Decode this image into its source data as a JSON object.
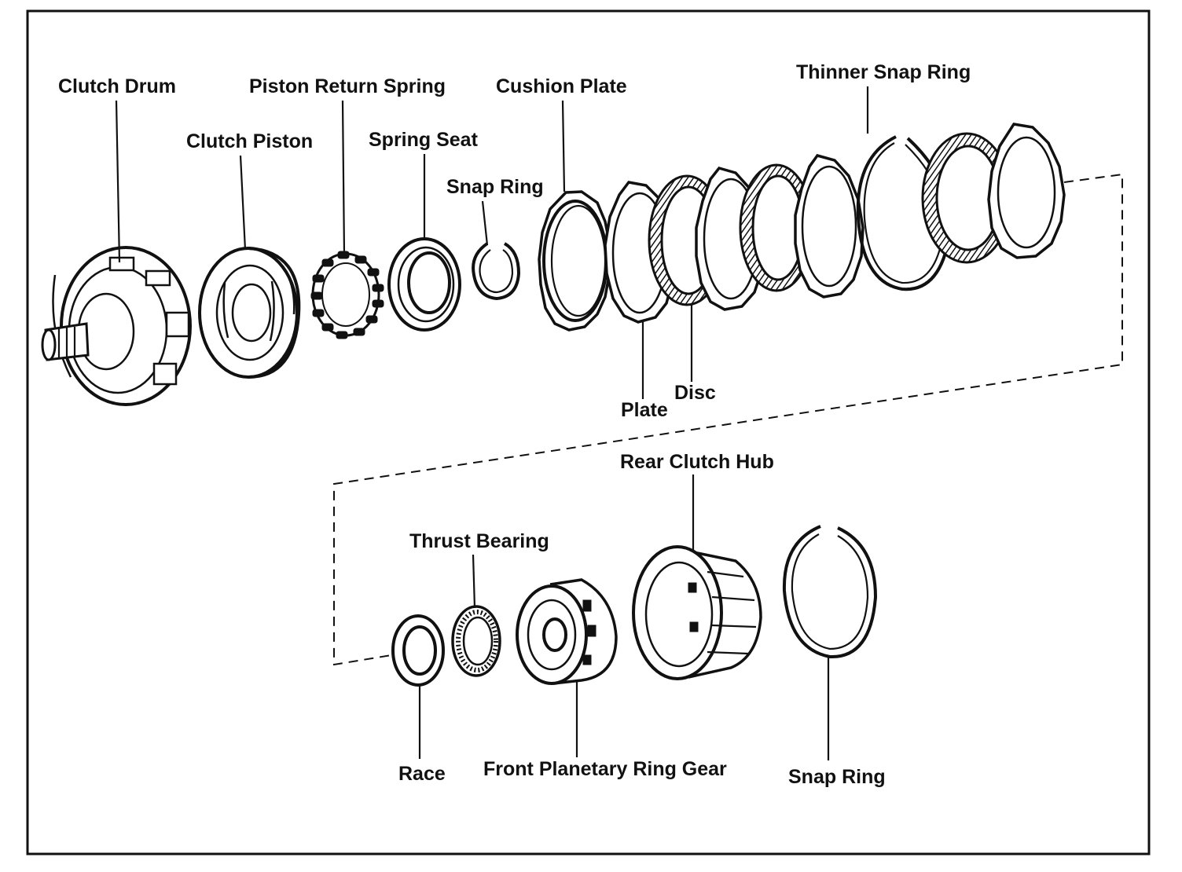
{
  "labels": {
    "clutch_drum": "Clutch Drum",
    "clutch_piston": "Clutch Piston",
    "piston_return_spring": "Piston Return Spring",
    "spring_seat": "Spring Seat",
    "snap_ring_small": "Snap Ring",
    "cushion_plate": "Cushion Plate",
    "thinner_snap_ring": "Thinner Snap Ring",
    "plate": "Plate",
    "disc": "Disc",
    "rear_clutch_hub": "Rear Clutch Hub",
    "thrust_bearing": "Thrust Bearing",
    "race": "Race",
    "front_planetary_ring_gear": "Front Planetary Ring Gear",
    "snap_ring_large": "Snap Ring"
  },
  "colors": {
    "ink": "#111111",
    "paper": "#ffffff"
  }
}
